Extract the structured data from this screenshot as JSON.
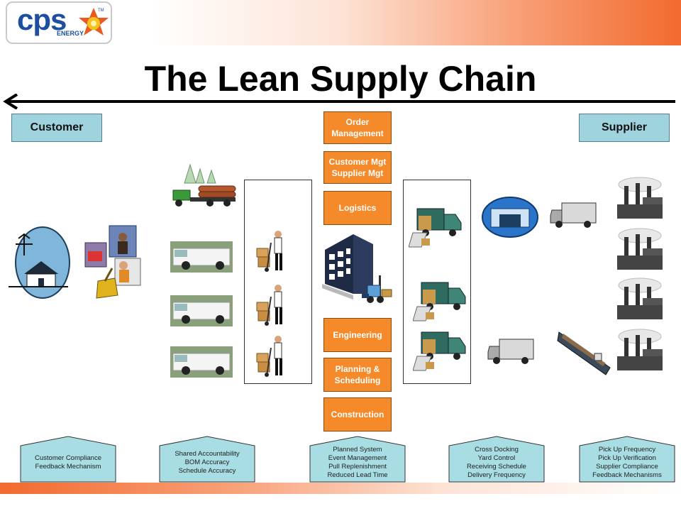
{
  "logo": {
    "brand": "cps",
    "sub": "ENERGY",
    "tm": "TM"
  },
  "title": "The Lean Supply Chain",
  "ends": {
    "left": "Customer",
    "right": "Supplier"
  },
  "center_boxes": [
    "Order Management",
    "Customer Mgt Supplier Mgt",
    "Logistics",
    "Engineering",
    "Planning & Scheduling",
    "Construction"
  ],
  "center_lines": {
    "b0": [
      "Order",
      "Management"
    ],
    "b1": [
      "Customer Mgt",
      "Supplier Mgt"
    ],
    "b4": [
      "Planning &",
      "Scheduling"
    ]
  },
  "footers": {
    "f1": [
      "Customer Compliance",
      "Feedback Mechanism"
    ],
    "f2": [
      "Shared Accountability",
      "BOM Accuracy",
      "Schedule Accuracy"
    ],
    "f3": [
      "Planned System",
      "Event Management",
      "Pull Replenishment",
      "Reduced Lead Time"
    ],
    "f4": [
      "Cross Docking",
      "Yard Control",
      "Receiving Schedule",
      "Delivery Frequency"
    ],
    "f5": [
      "Pick Up Frequency",
      "Pick Up Verification",
      "Supplier Compliance",
      "Feedback Mechanisms"
    ]
  },
  "icons": [
    "utility-house-icon",
    "field-workers-icon",
    "logging-truck-icon",
    "service-truck-icon",
    "hand-truck-worker-icon",
    "office-building-icon",
    "forklift-icon",
    "delivery-truck-icon",
    "warehouse-icon",
    "box-truck-icon",
    "cargo-ship-icon",
    "factory-icon",
    "left-arrow-icon"
  ],
  "colors": {
    "accent_orange": "#f58a2a",
    "end_box_blue": "#9fd4de",
    "footer_house_blue": "#a8dde3",
    "band_orange": "#f26a2e"
  }
}
